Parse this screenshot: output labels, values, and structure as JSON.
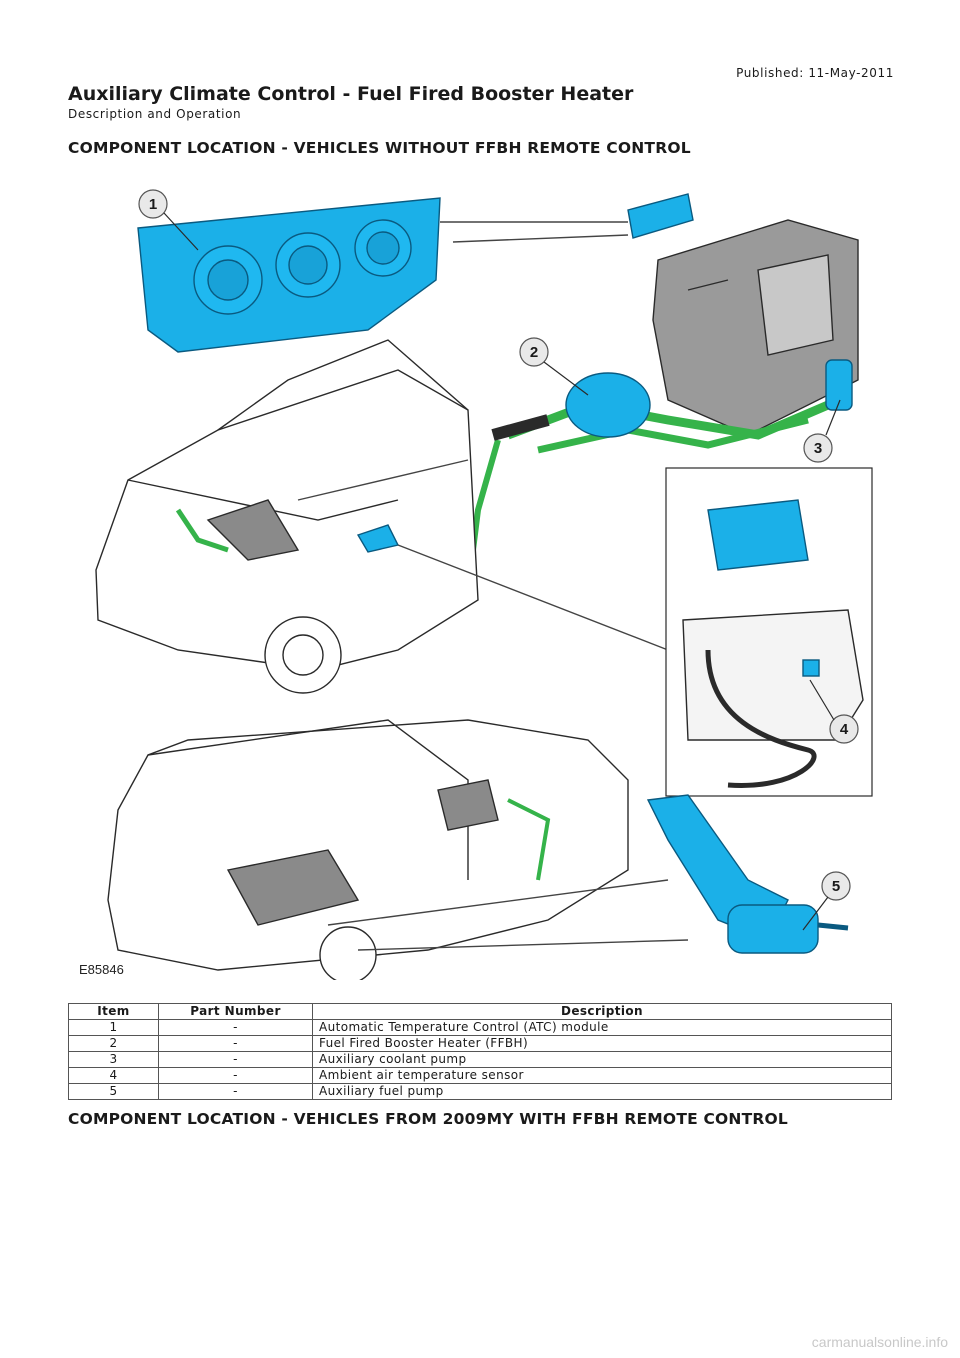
{
  "header": {
    "published": "Published: 11-May-2011",
    "title": "Auxiliary Climate Control - Fuel Fired Booster Heater",
    "subtitle": "Description and Operation"
  },
  "sections": {
    "first": "COMPONENT LOCATION - VEHICLES WITHOUT FFBH REMOTE CONTROL",
    "second": "COMPONENT LOCATION - VEHICLES FROM 2009MY WITH FFBH REMOTE CONTROL"
  },
  "figure": {
    "id": "E85846",
    "callouts": [
      "1",
      "2",
      "3",
      "4",
      "5"
    ],
    "colors": {
      "component": "#1bb0e8",
      "harness": "#35b34a",
      "outline": "#2a2a2a"
    }
  },
  "table": {
    "headers": {
      "item": "Item",
      "part": "Part Number",
      "desc": "Description"
    },
    "rows": [
      {
        "item": "1",
        "part": "-",
        "desc": "Automatic Temperature Control (ATC) module"
      },
      {
        "item": "2",
        "part": "-",
        "desc": "Fuel Fired Booster Heater (FFBH)"
      },
      {
        "item": "3",
        "part": "-",
        "desc": "Auxiliary coolant pump"
      },
      {
        "item": "4",
        "part": "-",
        "desc": "Ambient air temperature sensor"
      },
      {
        "item": "5",
        "part": "-",
        "desc": "Auxiliary fuel pump"
      }
    ]
  },
  "watermark": "carmanualsonline.info"
}
